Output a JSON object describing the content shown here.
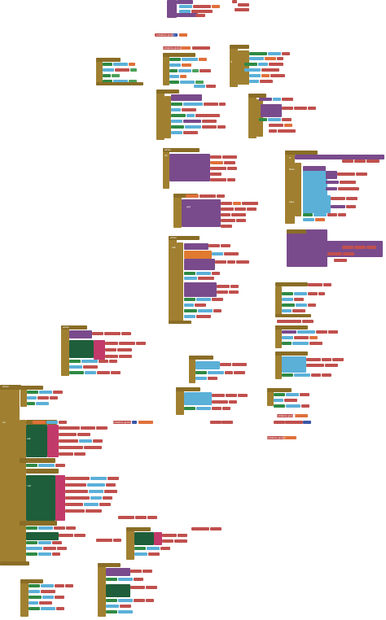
{
  "workspace": {
    "background": "#ffffff",
    "colors": {
      "control": "#a08030",
      "control_dark": "#8a6d26",
      "procedure": "#7a4b8c",
      "variable": "#e0703a",
      "text": "#c0504d",
      "math": "#3a56a6",
      "logic": "#4aa05a",
      "component": "#2f8a44",
      "list": "#5bb0d8",
      "dark_green": "#1f5e3a",
      "orange": "#e07a30",
      "pink": "#c23a6a",
      "blue": "#4a6fc2",
      "violet": "#8a5aa0"
    },
    "block_labels": {
      "when": "when",
      "do": "do",
      "set": "set",
      "to": "to",
      "call": "call",
      "if": "if",
      "then": "then",
      "else": "else",
      "get": "get",
      "initialize_global": "initialize global"
    }
  }
}
